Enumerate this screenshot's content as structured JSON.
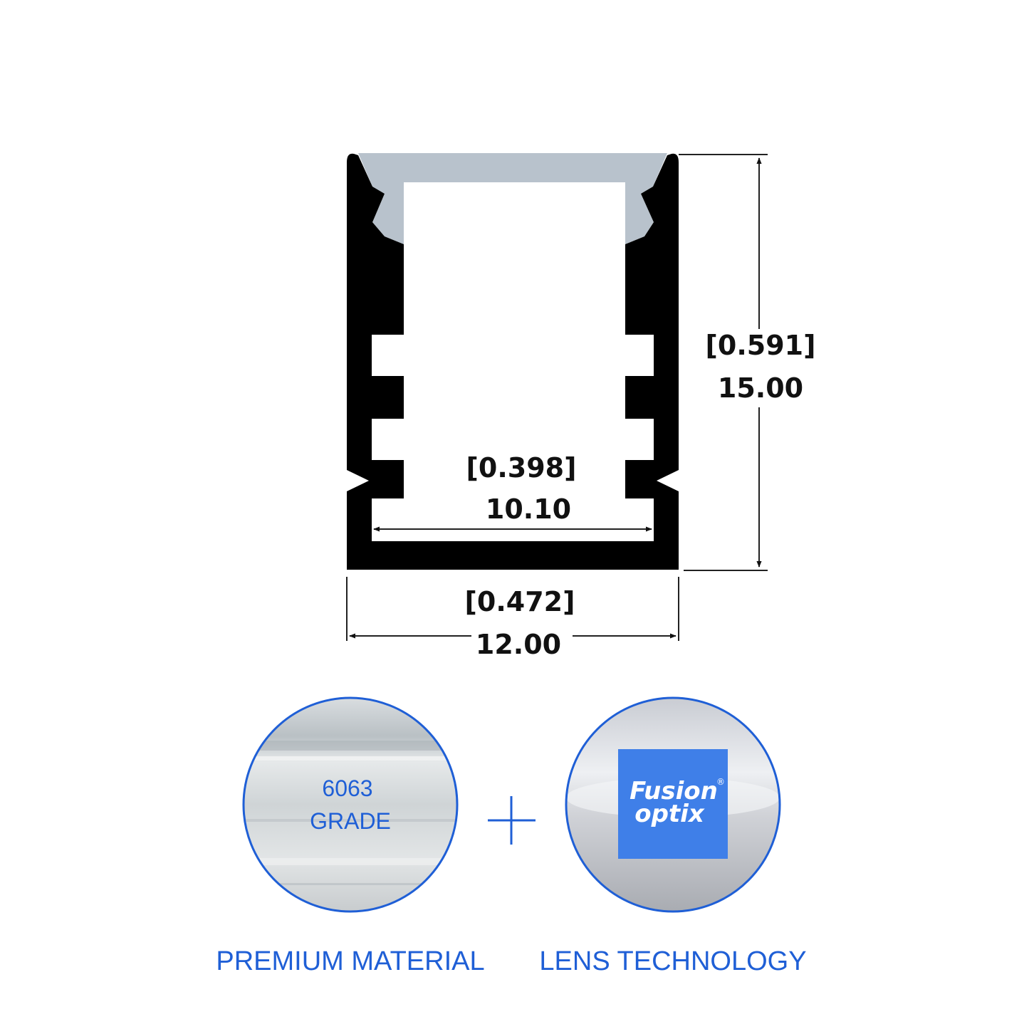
{
  "dimensions": {
    "height": {
      "inch": "[0.591]",
      "mm": "15.00"
    },
    "inner_width": {
      "inch": "[0.398]",
      "mm": "10.10"
    },
    "outer_width": {
      "inch": "[0.472]",
      "mm": "12.00"
    }
  },
  "material_badge": {
    "line1": "6063",
    "line2": "GRADE",
    "caption": "PREMIUM MATERIAL"
  },
  "plus_symbol": "+",
  "lens_badge": {
    "logo_line1": "Fusion",
    "logo_line2": "optix",
    "registered_mark": "®",
    "caption": "LENS TECHNOLOGY"
  },
  "colors": {
    "profile": "#000000",
    "lens": "#b8c2cc",
    "accent": "#1f5fd6",
    "logo_bg": "#3f7fe8"
  }
}
